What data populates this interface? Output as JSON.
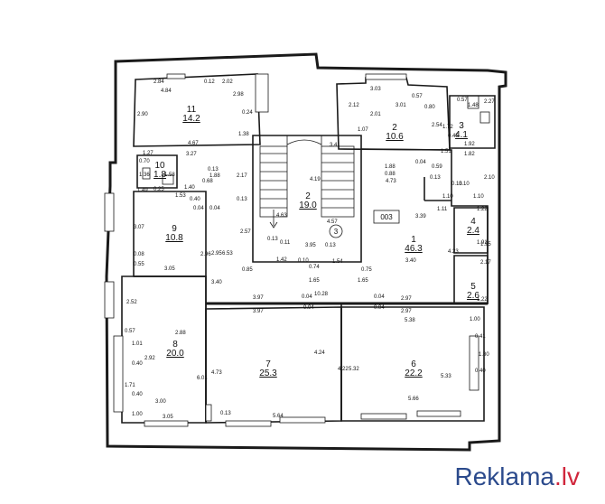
{
  "watermark": {
    "text_main": "Reklama",
    "text_tld": ".lv",
    "main_color": "#2b4a8c",
    "tld_color": "#d0263b"
  },
  "plan_tag": "003",
  "stair_marker": "3",
  "rooms": [
    {
      "id": "11",
      "area": "14.2"
    },
    {
      "id": "2",
      "area": "10.6"
    },
    {
      "id": "3",
      "area": "4.1"
    },
    {
      "id": "10",
      "area": "1.8"
    },
    {
      "id": "2",
      "area": "19.0"
    },
    {
      "id": "9",
      "area": "10.8"
    },
    {
      "id": "1",
      "area": "46.3"
    },
    {
      "id": "4",
      "area": "2.4"
    },
    {
      "id": "5",
      "area": "2.6"
    },
    {
      "id": "8",
      "area": "20.0"
    },
    {
      "id": "7",
      "area": "25.3"
    },
    {
      "id": "6",
      "area": "22.2"
    }
  ],
  "dimensions": [
    "2.84",
    "0.12",
    "2.02",
    "4.84",
    "2.98",
    "2.90",
    "0.24",
    "1.38",
    "4.67",
    "3.03",
    "0.57",
    "2.12",
    "3.01",
    "0.80",
    "2.01",
    "2.54",
    "1.07",
    "1.72",
    "0.45",
    "1.48",
    "2.27",
    "0.57",
    "1.92",
    "1.82",
    "2.10",
    "1.10",
    "1.10",
    "0.13",
    "1.27",
    "0.70",
    "3.27",
    "1.36",
    "1.58",
    "1.40",
    "0.13",
    "1.49",
    "0.25",
    "1.53",
    "0.40",
    "0.04",
    "0.04",
    "0.68",
    "2.17",
    "0.13",
    "3.07",
    "0.08",
    "0.55",
    "3.05",
    "2.96",
    "2.95",
    "6.53",
    "2.57",
    "4.19",
    "3.41",
    "4.63",
    "0.13",
    "0.11",
    "4.57",
    "3.95",
    "0.13",
    "0.85",
    "1.42",
    "0.74",
    "0.10",
    "1.54",
    "1.88",
    "0.04",
    "4.73",
    "3.39",
    "1.11",
    "1.22",
    "1.91",
    "4.23",
    "3.40",
    "0.75",
    "1.95",
    "2.17",
    "1.22",
    "1.65",
    "1.65",
    "10.28",
    "3.40",
    "3.97",
    "3.97",
    "0.04",
    "0.04",
    "2.97",
    "2.97",
    "0.04",
    "0.04",
    "5.38",
    "1.00",
    "0.41",
    "1.80",
    "0.40",
    "2.52",
    "0.57",
    "2.88",
    "1.01",
    "2.92",
    "0.40",
    "1.71",
    "0.40",
    "6.01",
    "4.73",
    "3.00",
    "1.00",
    "3.05",
    "5.64",
    "4.24",
    "4.22",
    "5.32",
    "5.33",
    "5.66",
    "0.13",
    "1.88",
    "0.88",
    "0.59",
    "1.51",
    "0.13",
    "0.10"
  ]
}
